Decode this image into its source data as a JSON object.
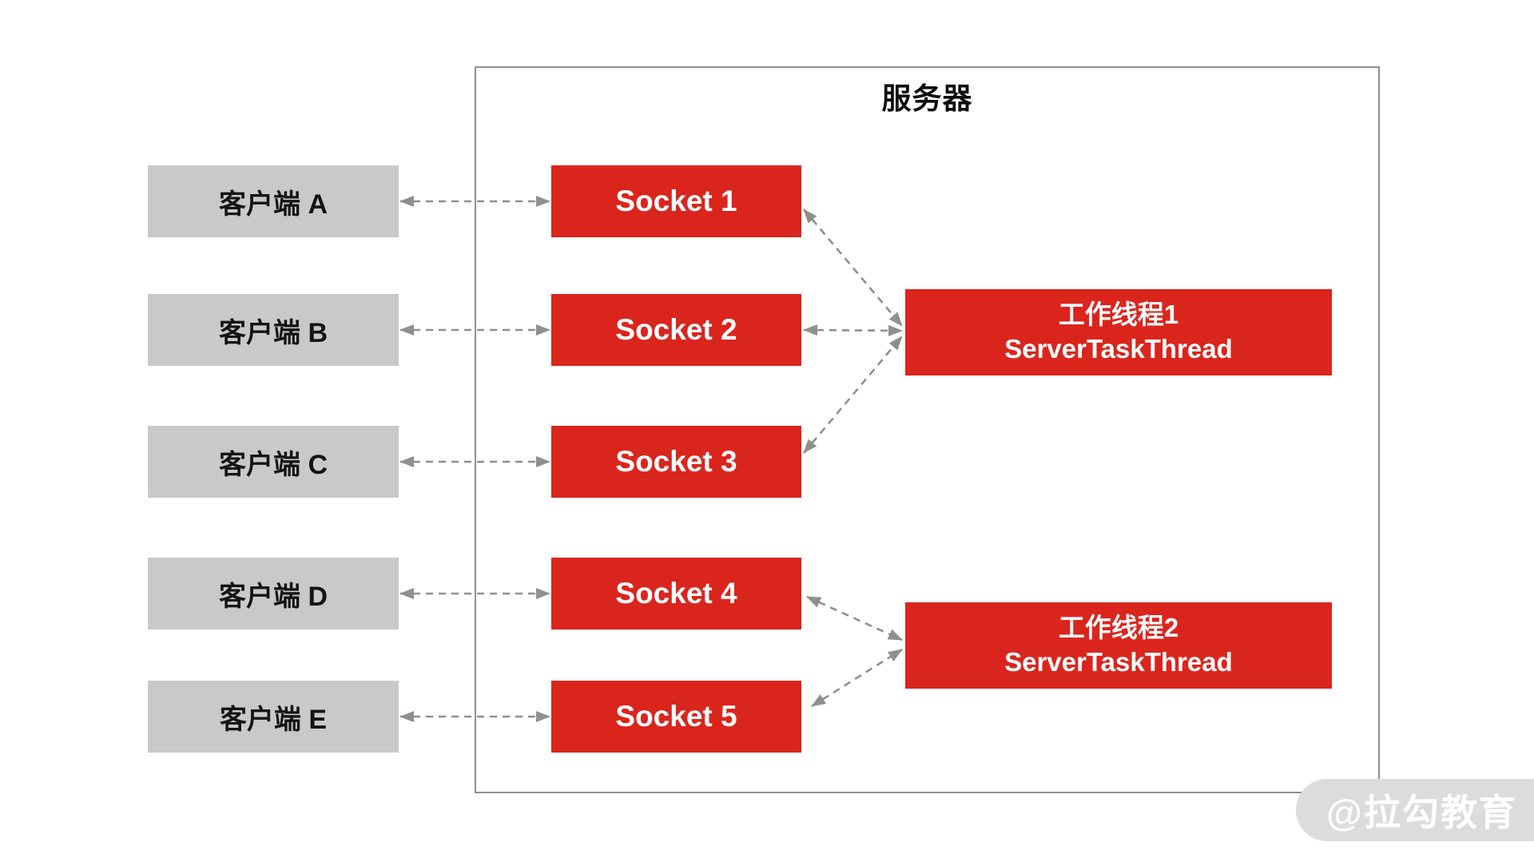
{
  "server": {
    "title": "服务器"
  },
  "clients": [
    {
      "label": "客户端 A"
    },
    {
      "label": "客户端 B"
    },
    {
      "label": "客户端 C"
    },
    {
      "label": "客户端 D"
    },
    {
      "label": "客户端 E"
    }
  ],
  "sockets": [
    {
      "label": "Socket 1"
    },
    {
      "label": "Socket 2"
    },
    {
      "label": "Socket 3"
    },
    {
      "label": "Socket 4"
    },
    {
      "label": "Socket 5"
    }
  ],
  "workers": [
    {
      "title": "工作线程1",
      "subtitle": "ServerTaskThread"
    },
    {
      "title": "工作线程2",
      "subtitle": "ServerTaskThread"
    }
  ],
  "watermark": {
    "text": "@拉勾教育"
  },
  "colors": {
    "accent_red": "#da251d",
    "box_gray": "#c9c9c9",
    "arrow_gray": "#8f8f8f",
    "border_gray": "#8f8f8f",
    "watermark_bg": "#dcdcdc",
    "watermark_text": "#fefefe"
  }
}
